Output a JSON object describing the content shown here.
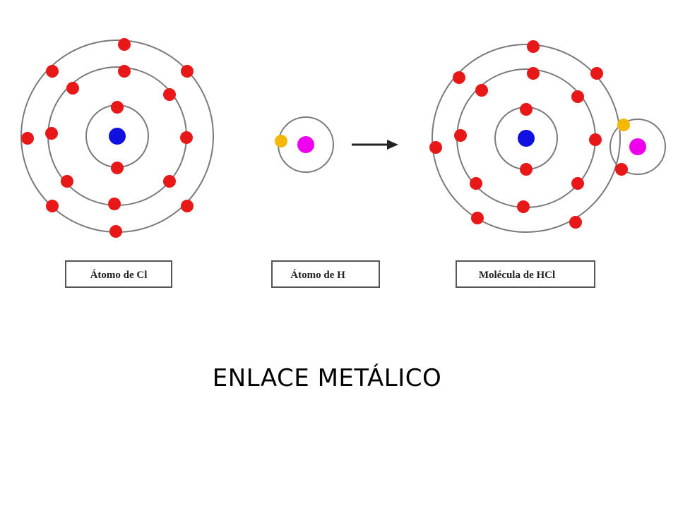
{
  "labels": {
    "cl_atom": "Átomo de Cl",
    "h_atom": "Átomo de H",
    "hcl_molecule": "Molécula de HCl"
  },
  "caption": "ENLACE METÁLICO",
  "colors": {
    "background": "#ffffff",
    "cl_nucleus": "#1010e0",
    "h_nucleus": "#ee00ee",
    "cl_electron": "#e81818",
    "h_electron": "#f5b800",
    "orbit": "#7a7a7a",
    "arrow": "#222222"
  },
  "atoms": {
    "cl": {
      "shells": [
        2,
        8,
        7
      ]
    },
    "h": {
      "shells": [
        1
      ]
    },
    "hcl": {
      "shells": [
        2,
        8,
        8
      ],
      "shared_electrons": 2
    }
  },
  "icons": [
    "reaction-arrow-icon"
  ]
}
